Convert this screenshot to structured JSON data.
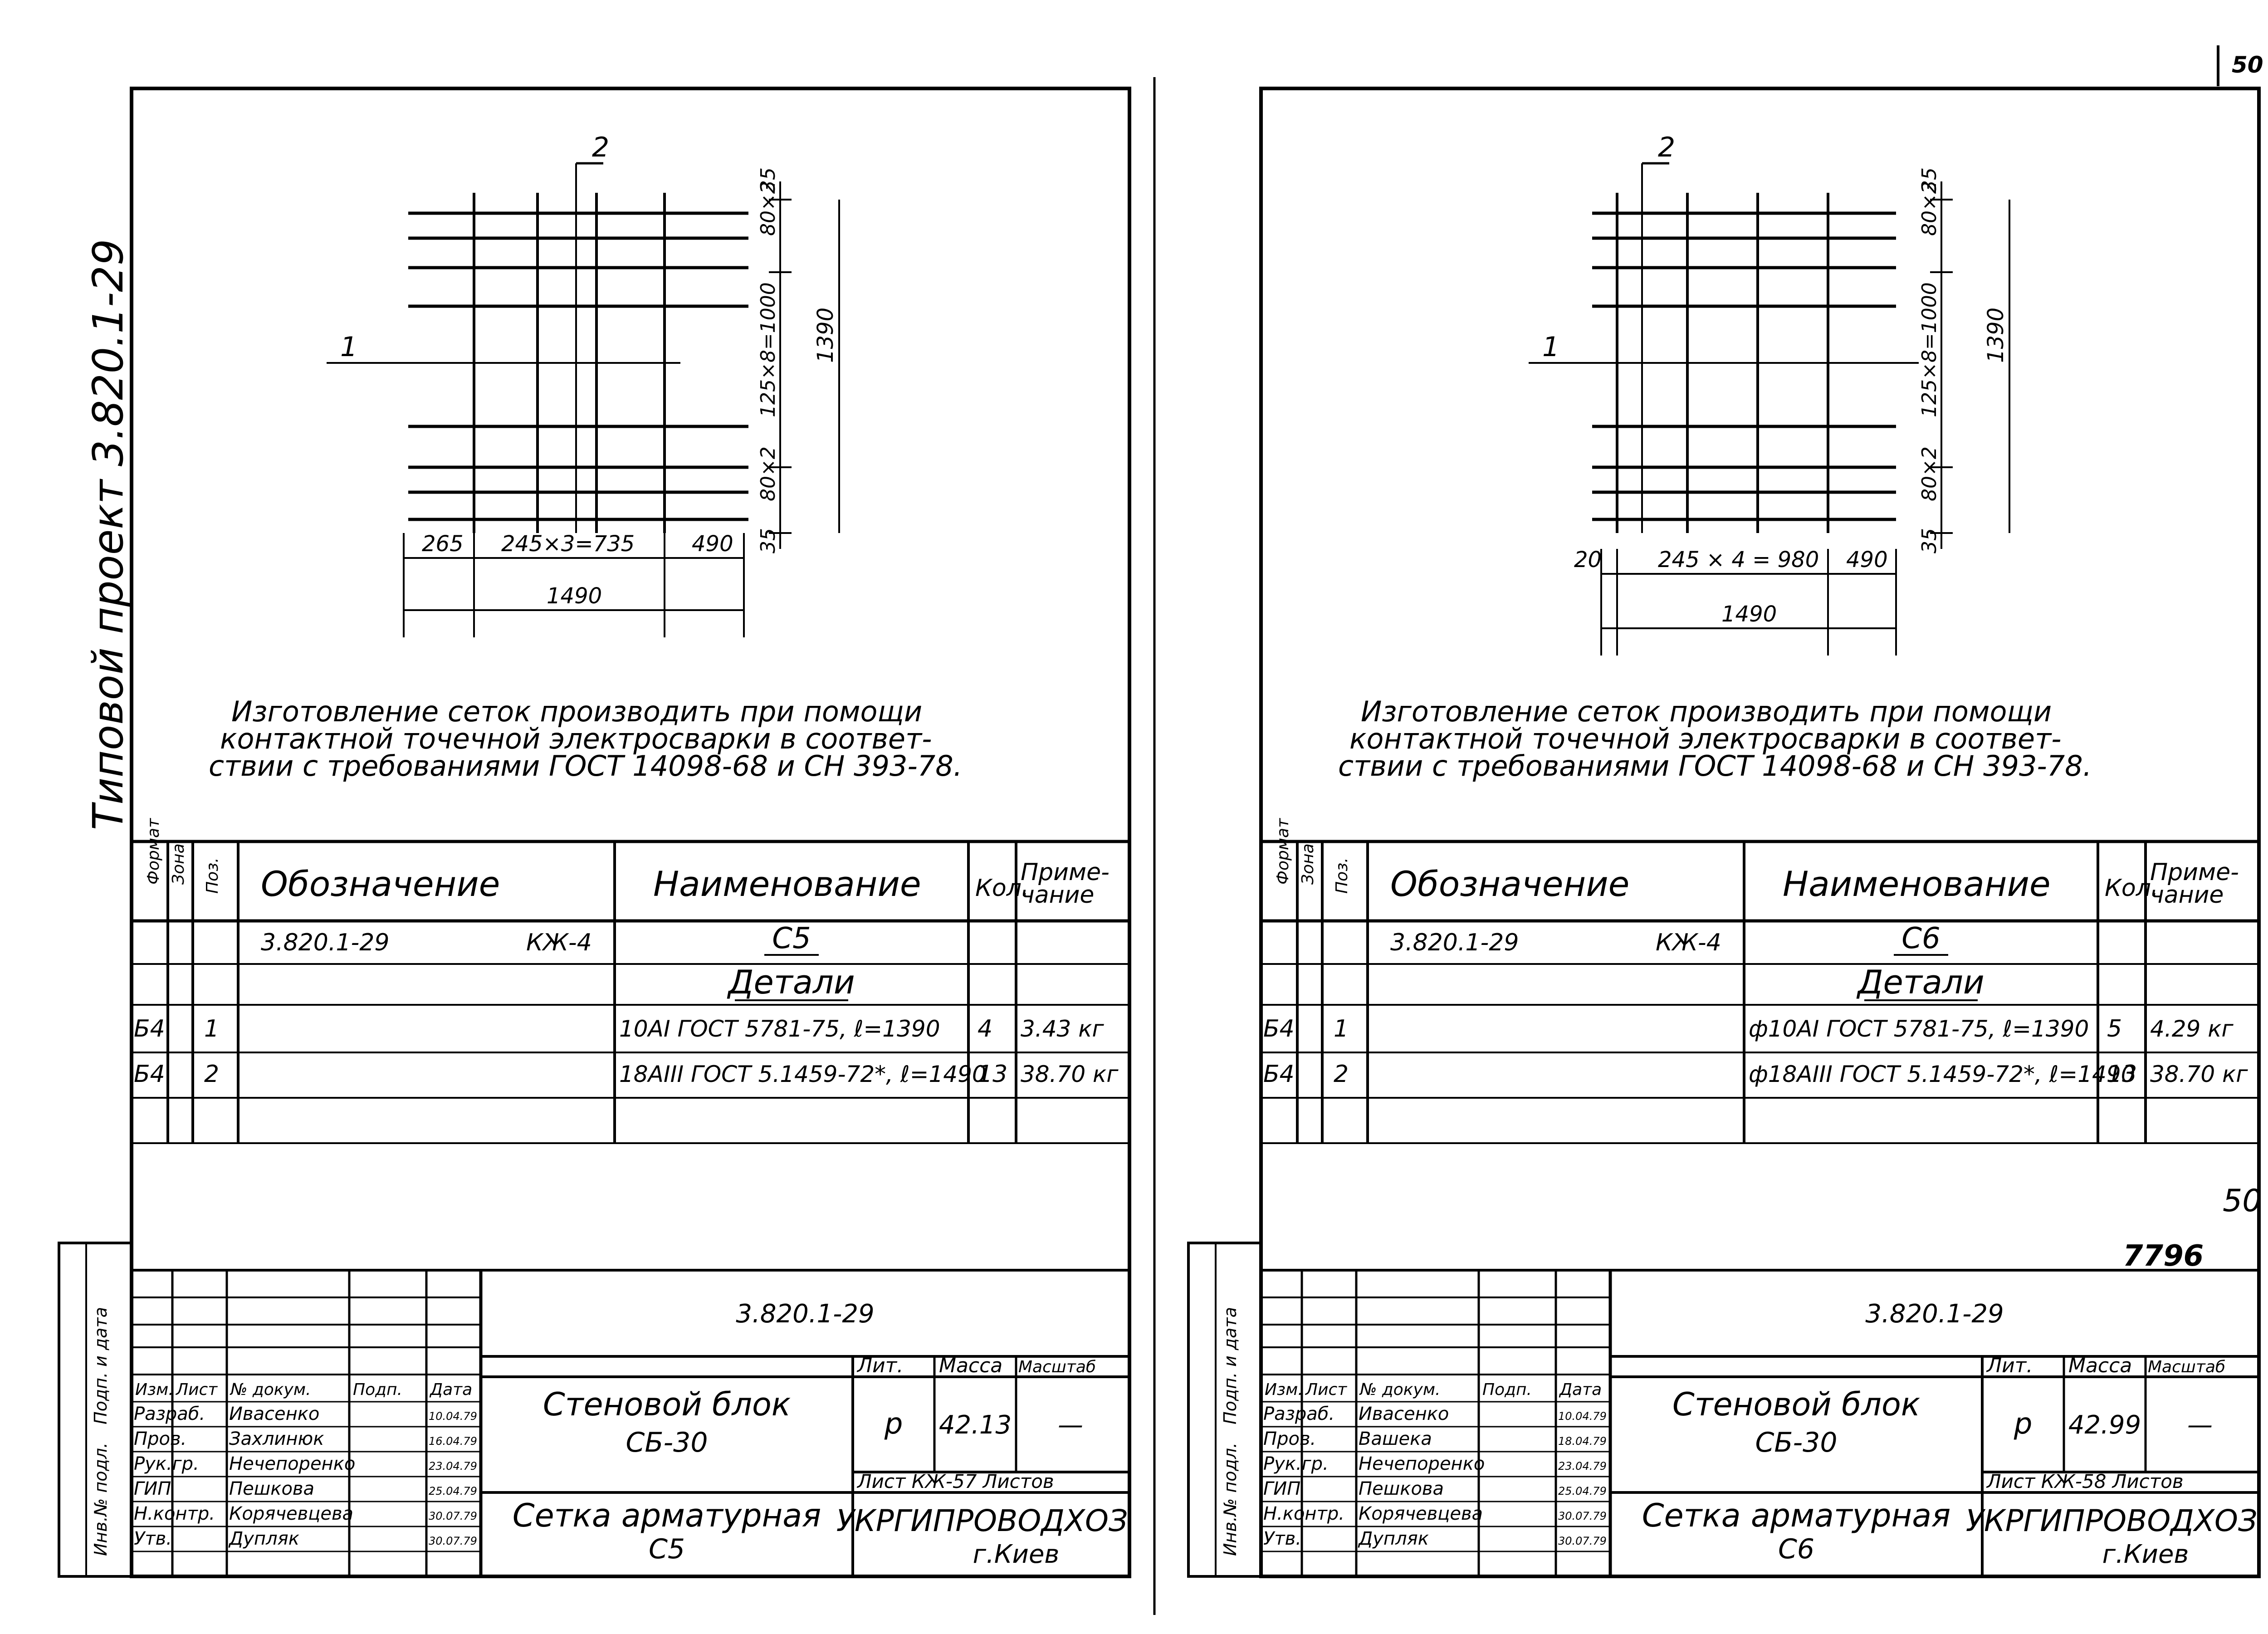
{
  "page_number": "50",
  "side_title": "Типовой    проект  3.820.1-29",
  "sheets": [
    {
      "grid": {
        "pos2": "2",
        "pos1": "1",
        "dims_right": [
          "35",
          "80×2",
          "125×8=1000",
          "80×2",
          "35"
        ],
        "total_height": "1390",
        "dims_bottom": [
          "265",
          "245×3=735",
          "490"
        ],
        "total_width": "1490"
      },
      "note": [
        "Изготовление  сеток   производить  при  помощи",
        "контактной  точечной  электросварки  в  соответ-",
        "ствии  с  требованиями  ГОСТ 14098-68  и  СН 393-78."
      ],
      "spec": {
        "headers": [
          "Формат",
          "Зона",
          "Поз.",
          "Обозначение",
          "Наименование",
          "Кол.",
          "Приме-",
          "чание"
        ],
        "row_main": {
          "designation": "3.820.1-29",
          "code": "КЖ-4",
          "name": "С5"
        },
        "section": "Детали",
        "rows": [
          {
            "format": "Б4",
            "pos": "1",
            "name": "10AI ГОСТ 5781-75, ℓ=1390",
            "qty": "4",
            "note": "3.43 кг"
          },
          {
            "format": "Б4",
            "pos": "2",
            "name": "18AIII ГОСТ 5.1459-72*, ℓ=1490",
            "qty": "13",
            "note": "38.70 кг"
          }
        ]
      },
      "stamp": {
        "side_labels": [
          "Инв.№ подл.",
          "Подп. и дата"
        ],
        "doc_code": "3.820.1-29",
        "header_cols": [
          "Изм.",
          "Лист",
          "№ докум.",
          "Подп.",
          "Дата"
        ],
        "people": [
          {
            "role": "Разраб.",
            "name": "Ивасенко",
            "date": "10.04.79"
          },
          {
            "role": "Пров.",
            "name": "Захлинюк",
            "date": "16.04.79"
          },
          {
            "role": "Рук.гр.",
            "name": "Нечепоренко",
            "date": "23.04.79"
          },
          {
            "role": "ГИП",
            "name": "Пешкова",
            "date": "25.04.79"
          },
          {
            "role": "Н.контр.",
            "name": "Корячевцева",
            "date": "30.07.79"
          },
          {
            "role": "Утв.",
            "name": "Дупляк",
            "date": "30.07.79"
          }
        ],
        "title1": "Стеновой  блок",
        "title2": "СБ-30",
        "lit_headers": [
          "Лит.",
          "Масса",
          "Масштаб"
        ],
        "lit": "р",
        "mass": "42.13",
        "scale": "—",
        "sheet_line": "Лист КЖ-57 Листов",
        "product1": "Сетка  арматурная",
        "product2": "С5",
        "org1": "УКРГИПРОВОДХОЗ",
        "org2": "г.Киев"
      }
    },
    {
      "grid": {
        "pos2": "2",
        "pos1": "1",
        "dims_right": [
          "35",
          "80×2",
          "125×8=1000",
          "80×2",
          "35"
        ],
        "total_height": "1390",
        "dims_bottom": [
          "20",
          "245 × 4 = 980",
          "490"
        ],
        "total_width": "1490"
      },
      "note": [
        "Изготовление  сеток  производить  при  помощи",
        "контактной  точечной  электросварки  в  соответ-",
        "ствии  с  требованиями  ГОСТ 14098-68  и  СН 393-78."
      ],
      "spec": {
        "headers": [
          "Формат",
          "Зона",
          "Поз.",
          "Обозначение",
          "Наименование",
          "Кол.",
          "Приме-",
          "чание"
        ],
        "row_main": {
          "designation": "3.820.1-29",
          "code": "КЖ-4",
          "name": "С6"
        },
        "section": "Детали",
        "rows": [
          {
            "format": "Б4",
            "pos": "1",
            "name": "ф10AI ГОСТ 5781-75, ℓ=1390",
            "qty": "5",
            "note": "4.29 кг"
          },
          {
            "format": "Б4",
            "pos": "2",
            "name": "ф18AIII ГОСТ 5.1459-72*, ℓ=1490",
            "qty": "13",
            "note": "38.70 кг"
          }
        ]
      },
      "stamp": {
        "side_labels": [
          "Инв.№ подл.",
          "Подп. и дата"
        ],
        "doc_code": "3.820.1-29",
        "header_cols": [
          "Изм.",
          "Лист",
          "№ докум.",
          "Подп.",
          "Дата"
        ],
        "people": [
          {
            "role": "Разраб.",
            "name": "Ивасенко",
            "date": "10.04.79"
          },
          {
            "role": "Пров.",
            "name": "Вашека",
            "date": "18.04.79"
          },
          {
            "role": "Рук.гр.",
            "name": "Нечепоренко",
            "date": "23.04.79"
          },
          {
            "role": "ГИП",
            "name": "Пешкова",
            "date": "25.04.79"
          },
          {
            "role": "Н.контр.",
            "name": "Корячевцева",
            "date": "30.07.79"
          },
          {
            "role": "Утв.",
            "name": "Дупляк",
            "date": "30.07.79"
          }
        ],
        "title1": "Стеновой  блок",
        "title2": "СБ-30",
        "lit_headers": [
          "Лит.",
          "Масса",
          "Масштаб"
        ],
        "lit": "р",
        "mass": "42.99",
        "scale": "—",
        "sheet_line": "Лист КЖ-58 Листов",
        "product1": "Сетка  арматурная",
        "product2": "С6",
        "org1": "УКРГИПРОВОДХОЗ",
        "org2": "г.Киев"
      }
    }
  ],
  "handwritten": {
    "page_no": "50",
    "inv_no": "7796"
  }
}
